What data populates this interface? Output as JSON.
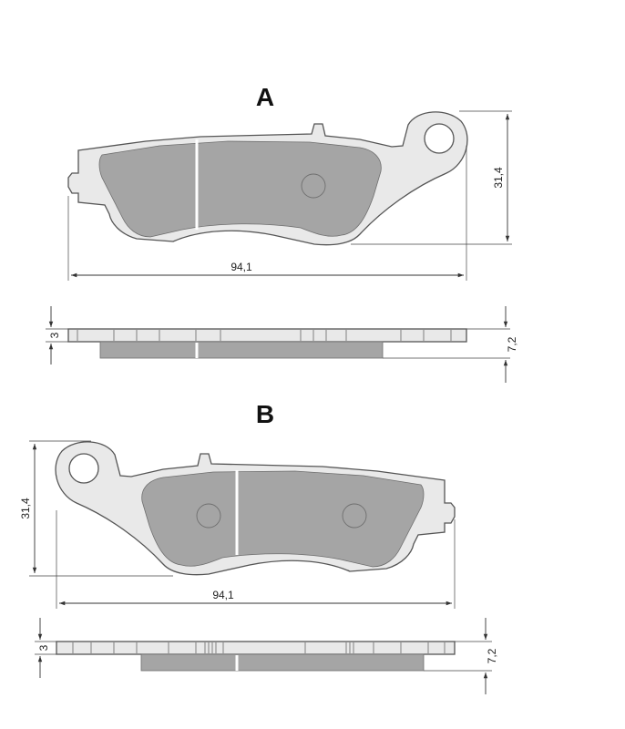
{
  "view_a": {
    "label": "A",
    "width_dim": "94,1",
    "height_dim": "31,4",
    "backing_dim": "3",
    "total_thickness_dim": "7,2"
  },
  "view_b": {
    "label": "B",
    "width_dim": "94,1",
    "height_dim": "31,4",
    "backing_dim": "3",
    "total_thickness_dim": "7,2"
  },
  "colors": {
    "plate": "#e9e9e9",
    "friction_material": "#a5a5a5",
    "outline": "#555555"
  }
}
